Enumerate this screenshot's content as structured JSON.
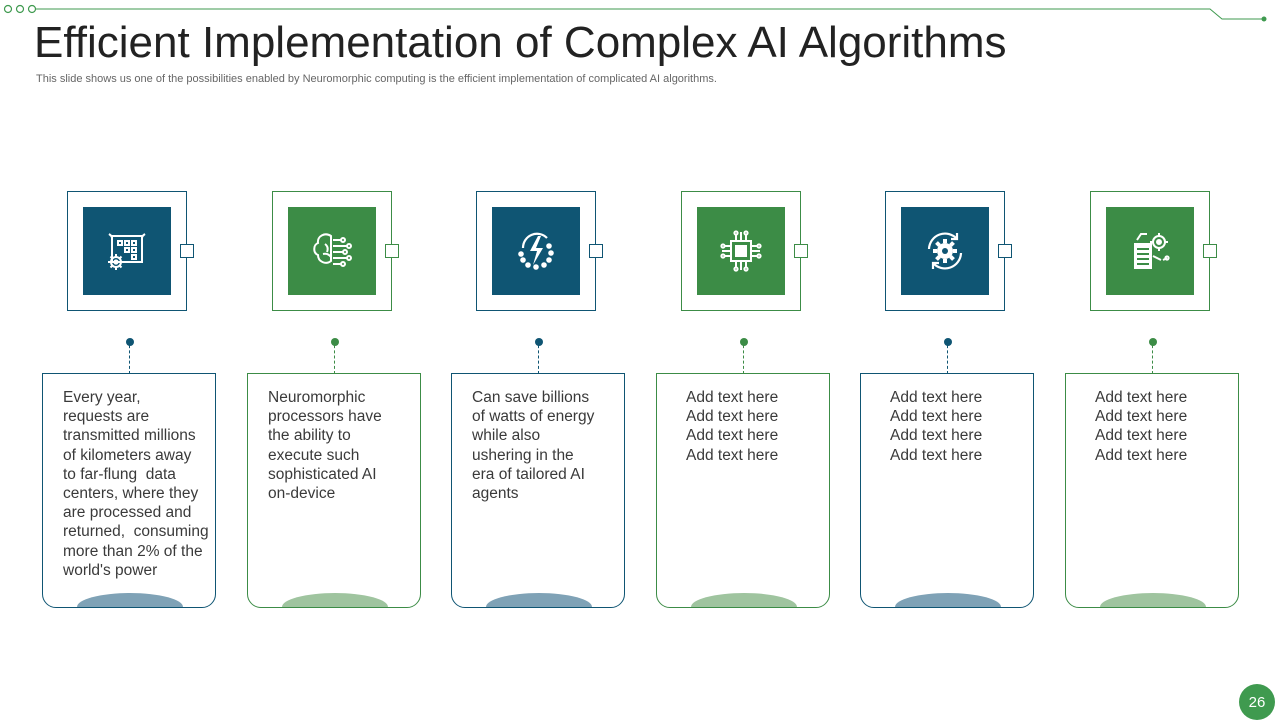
{
  "slide": {
    "title": "Efficient Implementation of Complex AI Algorithms",
    "subtitle": "This slide shows us one of the possibilities enabled by Neuromorphic computing is the efficient implementation of complicated AI algorithms.",
    "page_number": "26"
  },
  "colors": {
    "blue": "#0f5573",
    "green": "#3c8c46",
    "blue_oval": "#7fa2b6",
    "green_oval": "#9fc49f",
    "accent_line": "#3f9a4f"
  },
  "cards": [
    {
      "icon": "blueprint-gear-icon",
      "color": "blue",
      "lines": [
        "Every year,",
        "requests are",
        "transmitted millions",
        "of kilometers away",
        "to far-flung  data",
        "centers, where they",
        "are processed and",
        "returned,  consuming",
        "more than 2% of the",
        "world's power"
      ]
    },
    {
      "icon": "brain-circuit-icon",
      "color": "green",
      "lines": [
        "Neuromorphic",
        "processors have",
        "the ability to",
        "execute such",
        "sophisticated AI",
        "on-device"
      ]
    },
    {
      "icon": "lightning-energy-icon",
      "color": "blue",
      "lines": [
        "Can save billions",
        "of watts of energy",
        "while also",
        "ushering in the",
        "era of tailored AI",
        "agents"
      ]
    },
    {
      "icon": "microchip-icon",
      "color": "green",
      "lines": [
        "Add text here",
        "Add text here",
        "Add text here",
        "Add text here"
      ]
    },
    {
      "icon": "gear-cycle-icon",
      "color": "blue",
      "lines": [
        "Add text here",
        "Add text here",
        "Add text here",
        "Add text here"
      ]
    },
    {
      "icon": "document-settings-icon",
      "color": "green",
      "lines": [
        "Add text here",
        "Add text here",
        "Add text here",
        "Add text here"
      ]
    }
  ]
}
